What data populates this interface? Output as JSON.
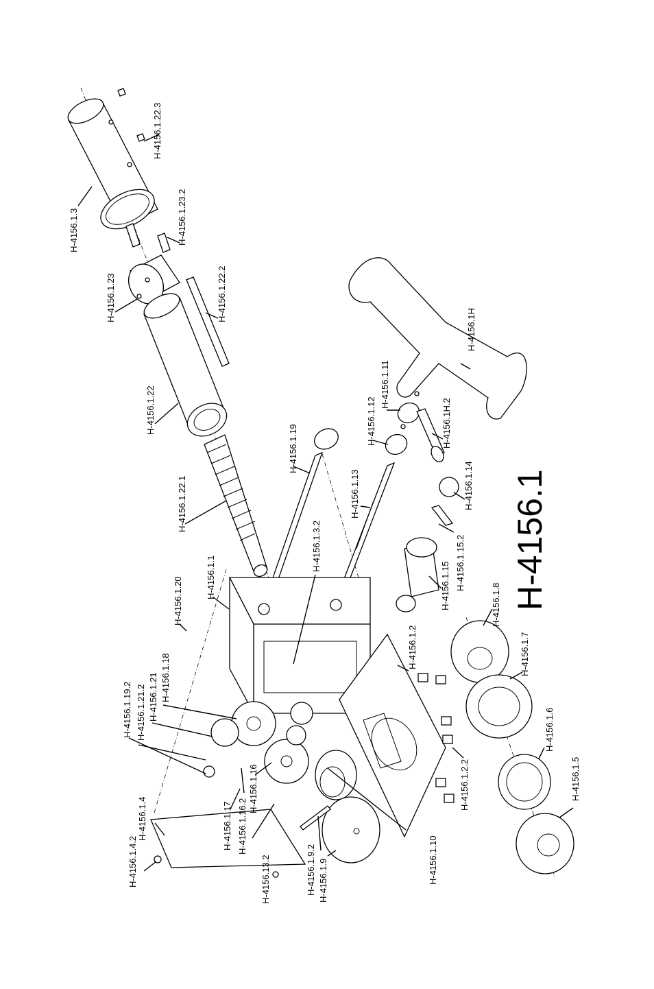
{
  "figure_title": "H-4156.1",
  "labels": [
    {
      "id": "l1",
      "text": "H-4156.1.22.3"
    },
    {
      "id": "l2",
      "text": "H-4156.1.3"
    },
    {
      "id": "l3",
      "text": "H-4156.1.23.2"
    },
    {
      "id": "l4",
      "text": "H-4156.1.23"
    },
    {
      "id": "l5",
      "text": "H-4156.1.22.2"
    },
    {
      "id": "l6",
      "text": "H-4156.1.22"
    },
    {
      "id": "l7",
      "text": "H-4156.1H"
    },
    {
      "id": "l8",
      "text": "H-4156.1.11"
    },
    {
      "id": "l9",
      "text": "H-4156.1.12"
    },
    {
      "id": "l10",
      "text": "H-4156.1.19"
    },
    {
      "id": "l11",
      "text": "H-4156.1H.2"
    },
    {
      "id": "l12",
      "text": "H-4156.1.13"
    },
    {
      "id": "l13",
      "text": "H-4156.1.14"
    },
    {
      "id": "l14",
      "text": "H-4156.1.22.1"
    },
    {
      "id": "l15",
      "text": "H-4156.1.3.2"
    },
    {
      "id": "l16",
      "text": "H-4156.1.15.2"
    },
    {
      "id": "l17",
      "text": "H-4156.1.1"
    },
    {
      "id": "l18",
      "text": "H-4156.1.15"
    },
    {
      "id": "l19",
      "text": "H-4156.1.20"
    },
    {
      "id": "l20",
      "text": "H-4156.1.8"
    },
    {
      "id": "l21",
      "text": "H-4156.1.2"
    },
    {
      "id": "l22",
      "text": "H-4156.1.18"
    },
    {
      "id": "l23",
      "text": "H-4156.1.21"
    },
    {
      "id": "l24",
      "text": "H-4156.1.21.2"
    },
    {
      "id": "l25",
      "text": "H-4156.1.19.2"
    },
    {
      "id": "l26",
      "text": "H-4156.1.7"
    },
    {
      "id": "l27",
      "text": "H-4156.1.6"
    },
    {
      "id": "l28",
      "text": "H-4156.1.16"
    },
    {
      "id": "l29",
      "text": "H-4156.1.16.2"
    },
    {
      "id": "l30",
      "text": "H-4156.1.17"
    },
    {
      "id": "l31",
      "text": "H-4156.1.2.2"
    },
    {
      "id": "l32",
      "text": "H-4156.1.4"
    },
    {
      "id": "l33",
      "text": "H-4156.1.4.2"
    },
    {
      "id": "l34",
      "text": "H-4156.13.2"
    },
    {
      "id": "l35",
      "text": "H-4156.1.10"
    },
    {
      "id": "l36",
      "text": "H-4156.1.9.2"
    },
    {
      "id": "l37",
      "text": "H-4156.1.9"
    },
    {
      "id": "l38",
      "text": "H-4156.1.5"
    }
  ]
}
